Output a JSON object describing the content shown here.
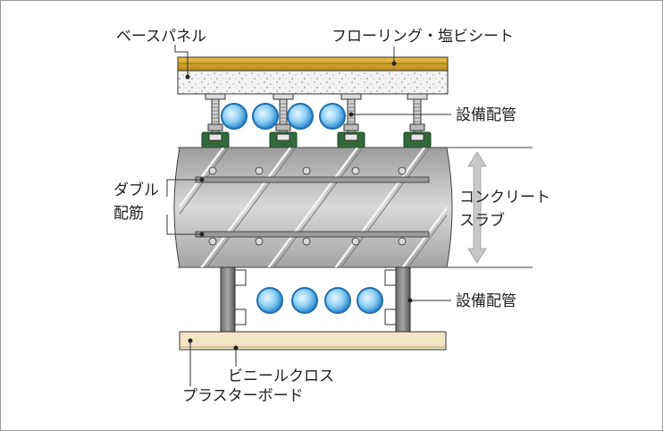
{
  "labels": {
    "base_panel": "ベースパネル",
    "flooring": "フローリング・塩ビシート",
    "equipment_pipe_top": "設備配管",
    "double_rebar_1": "ダブル",
    "double_rebar_2": "配筋",
    "concrete_slab_1": "コンクリート",
    "concrete_slab_2": "スラブ",
    "equipment_pipe_bottom": "設備配管",
    "vinyl_cloth": "ビニールクロス",
    "plasterboard": "プラスターボード"
  },
  "colors": {
    "flooring": "#d4a72c",
    "base_panel": "#f2f2f2",
    "slab": "#b8b8b8",
    "rebar": "#888888",
    "pipe_outer": "#2e8fd6",
    "pipe_inner": "#bfe6fb",
    "support_pad": "#2f6b3a",
    "plasterboard": "#f4e6c4",
    "arrow": "#c8c8c8"
  }
}
